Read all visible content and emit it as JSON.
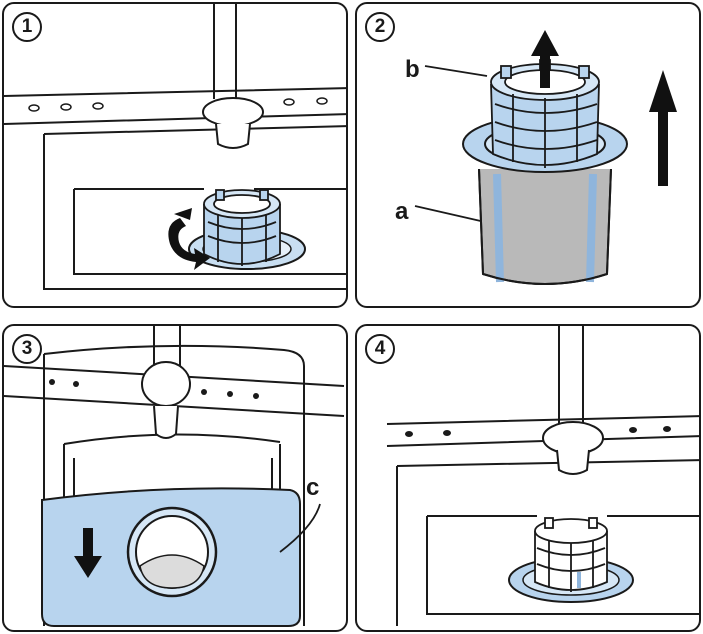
{
  "steps": [
    {
      "number": "1"
    },
    {
      "number": "2",
      "callouts": {
        "b": "b",
        "a": "a"
      }
    },
    {
      "number": "3",
      "callouts": {
        "c": "c"
      }
    },
    {
      "number": "4"
    }
  ],
  "colors": {
    "line": "#1a1a1a",
    "filter_blue": "#b8d4ee",
    "filter_blue_dark": "#8fb5dc",
    "mesh_grey": "#b9b9b9",
    "arrow": "#111111"
  },
  "icons": [
    "rotate-arrow-icon",
    "arrow-up-icon",
    "arrow-down-icon"
  ]
}
